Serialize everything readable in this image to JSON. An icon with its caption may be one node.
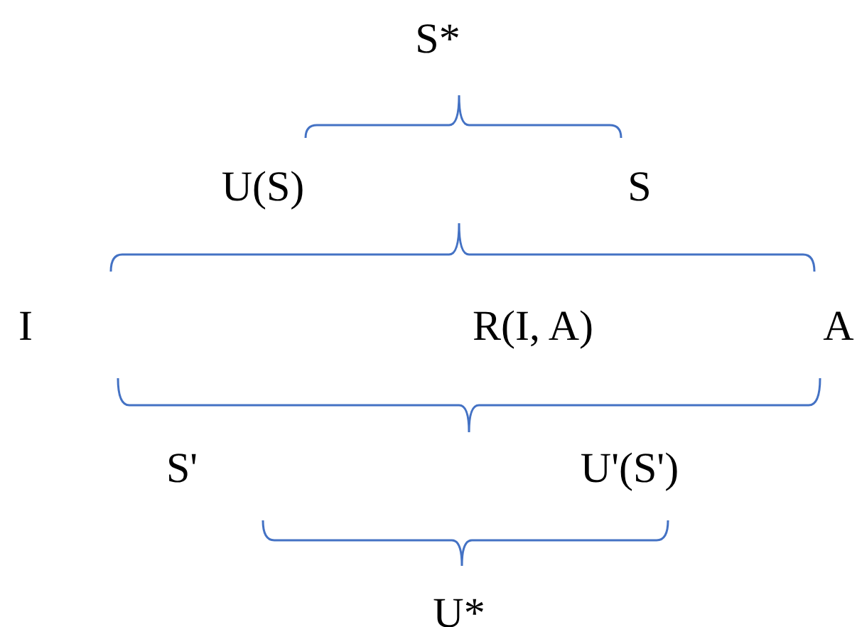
{
  "diagram": {
    "labels": [
      "S*",
      "U(S)",
      "S",
      "I",
      "R(I, A)",
      "A",
      "S'",
      "U'(S')",
      "U*"
    ]
  }
}
